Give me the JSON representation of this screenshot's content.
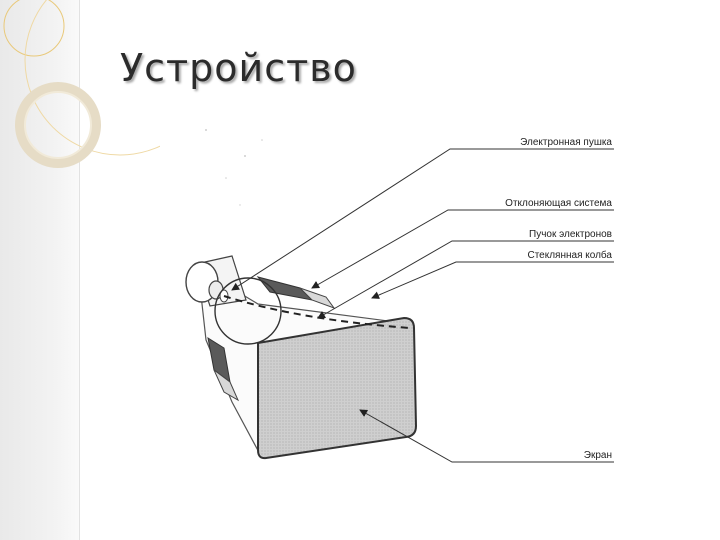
{
  "slide": {
    "title": "Устройство"
  },
  "diagram": {
    "labels": {
      "gun": "Электронная пушка",
      "deflection": "Отклоняющая система",
      "beam": "Пучок электронов",
      "bulb": "Стеклянная колба",
      "screen": "Экран"
    }
  },
  "colors": {
    "title_text": "#2b2b2b",
    "left_band": "#ececec",
    "decoration_ring": "#e6dcc6",
    "decoration_line": "#e9c97a",
    "screen_fill": "#c9c9c9"
  }
}
